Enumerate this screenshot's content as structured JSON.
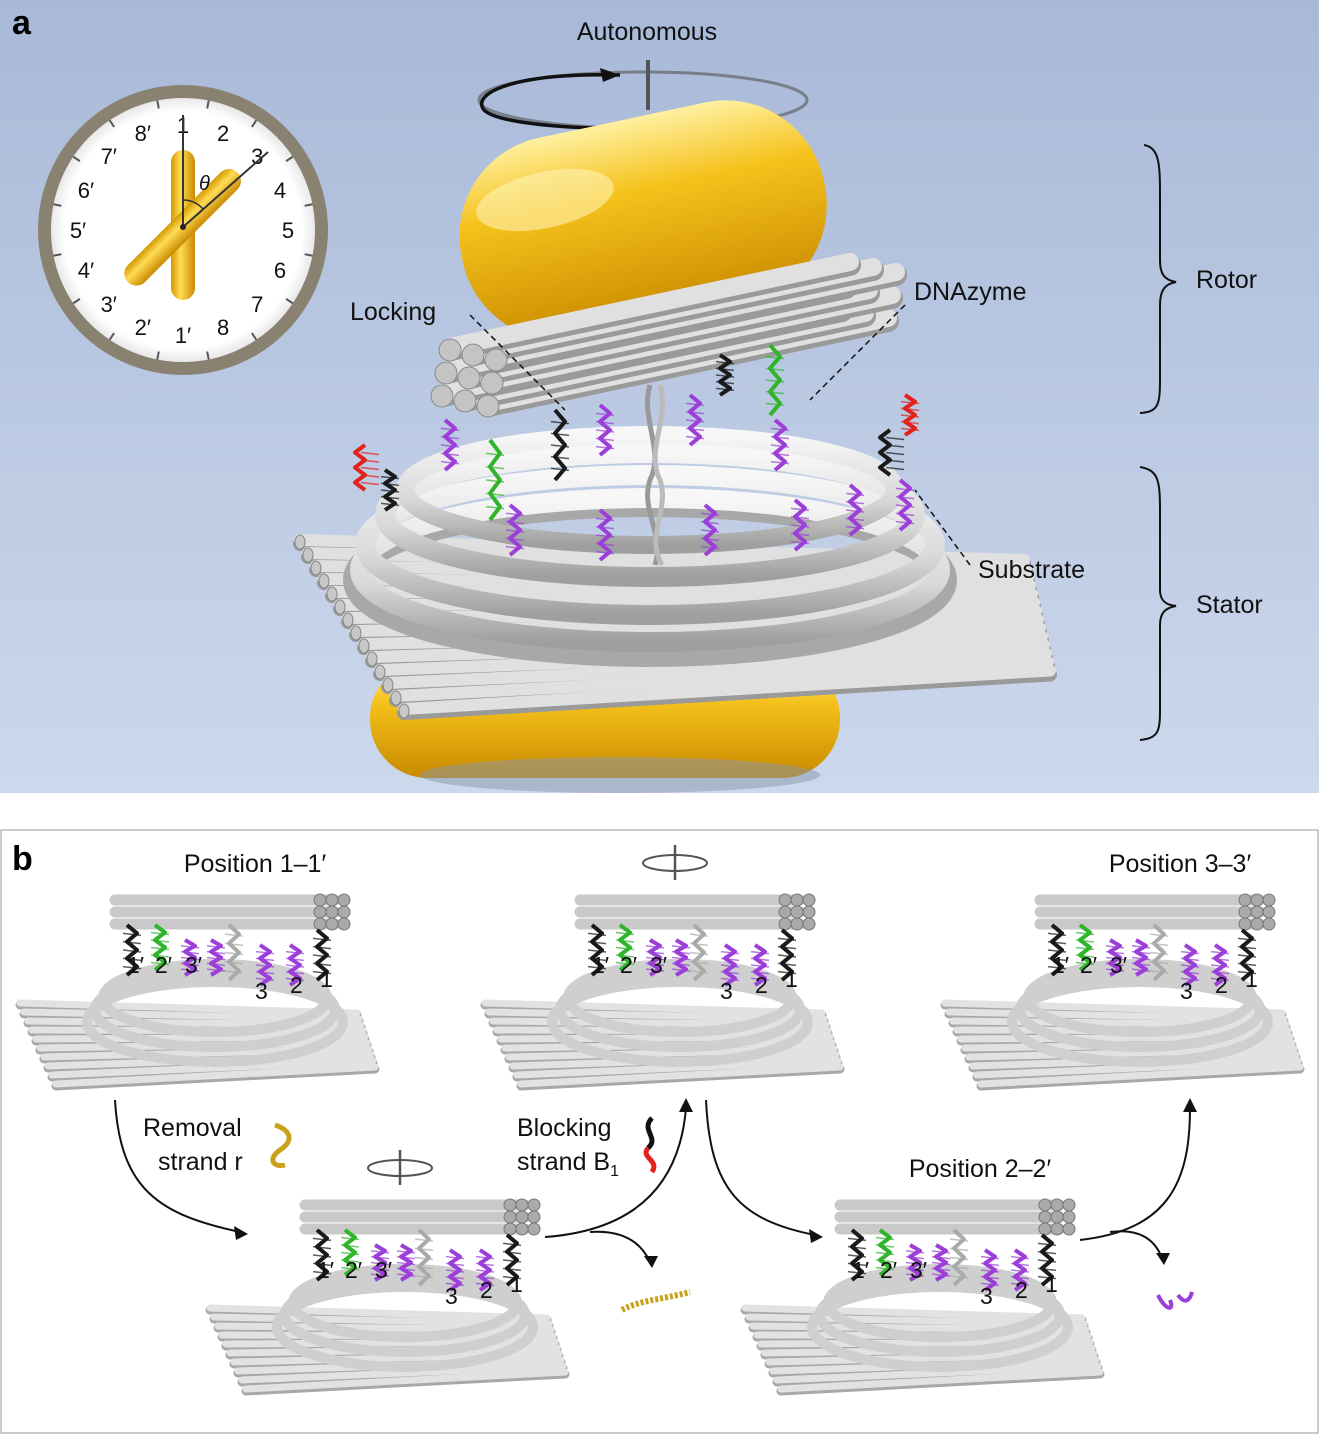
{
  "figure": {
    "panel_a": {
      "letter": "a",
      "labels": {
        "autonomous": "Autonomous",
        "locking": "Locking",
        "dnazyme": "DNAzyme",
        "rotor": "Rotor",
        "substrate": "Substrate",
        "stator": "Stator"
      },
      "clock": {
        "numbers": [
          "1",
          "2",
          "3",
          "4",
          "5",
          "6",
          "7",
          "8",
          "1′",
          "2′",
          "3′",
          "4′",
          "5′",
          "6′",
          "7′",
          "8′"
        ],
        "angle_symbol": "θ"
      }
    },
    "panel_b": {
      "letter": "b",
      "states": [
        {
          "title": "Position 1–1′",
          "site_labels": [
            "1′",
            "2′",
            "3′",
            "3",
            "2",
            "1"
          ]
        },
        {
          "title": "",
          "site_labels": [
            "1′",
            "2′",
            "3′",
            "3",
            "2",
            "1"
          ]
        },
        {
          "title": "Position 3–3′",
          "site_labels": [
            "1′",
            "2′",
            "3′",
            "3",
            "2",
            "1"
          ]
        },
        {
          "title": "",
          "site_labels": [
            "1′",
            "2′",
            "3′",
            "3",
            "2",
            "1"
          ]
        },
        {
          "title": "Position 2–2′",
          "site_labels": [
            "1′",
            "2′",
            "3′",
            "3",
            "2",
            "1"
          ]
        }
      ],
      "reagents": {
        "removal_line1": "Removal",
        "removal_line2": "strand r",
        "blocking_line1": "Blocking",
        "blocking_line2": "strand B",
        "blocking_subscript": "1"
      }
    }
  },
  "colors": {
    "gold": "#f2b410",
    "gold_light": "#ffdf6a",
    "rod_gray": "#e0e0e0",
    "rod_shadow": "#9a9a9a",
    "dna_purple": "#9b3fd8",
    "dna_green": "#2fb52a",
    "dna_black": "#1a1a1a",
    "dna_red": "#e3221c",
    "panel_a_bg": "#b9c8e2"
  }
}
